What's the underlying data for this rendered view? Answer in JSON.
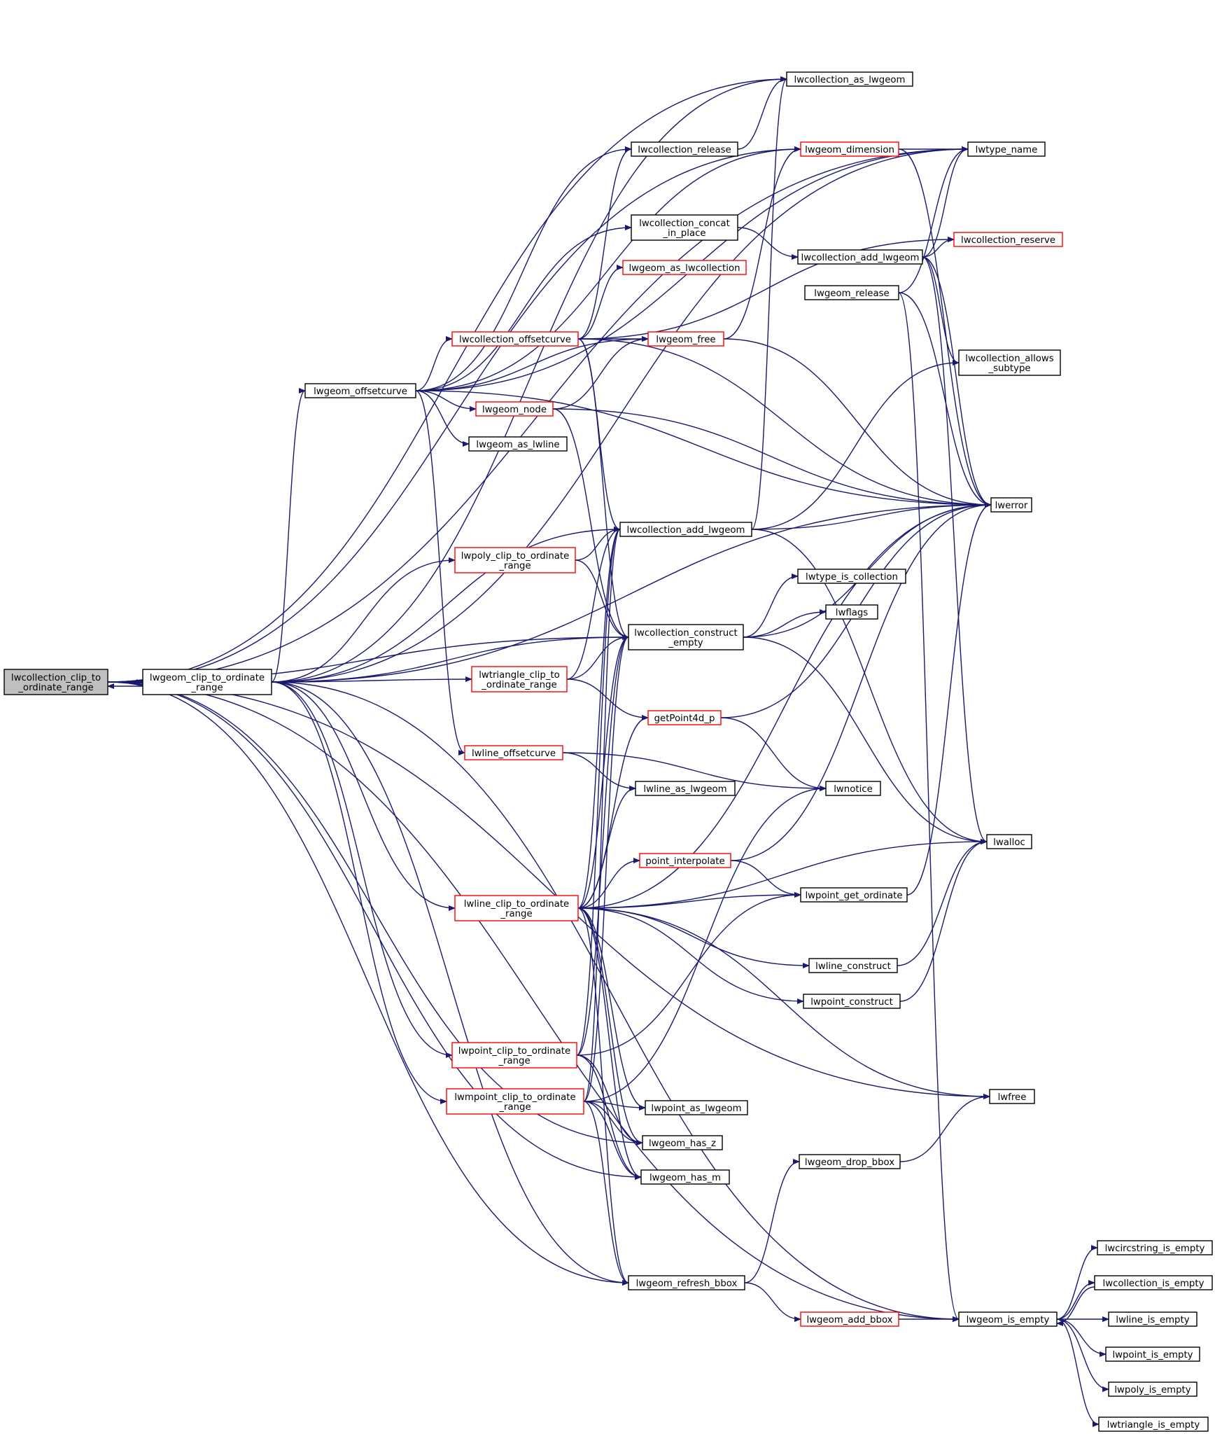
{
  "colors": {
    "edge": "#191970",
    "node_border_normal": "#000000",
    "node_border_truncated": "#ff0000",
    "node_fill_root": "#bfbfbf",
    "node_fill": "#ffffff"
  },
  "nodes": [
    {
      "id": "lwcollection_clip",
      "lines": [
        "lwcollection_clip_to",
        "_ordinate_range"
      ],
      "style": "root"
    },
    {
      "id": "lwgeom_clip",
      "lines": [
        "lwgeom_clip_to_ordinate",
        "_range"
      ],
      "style": "normal"
    },
    {
      "id": "lwgeom_offsetcurve",
      "lines": [
        "lwgeom_offsetcurve"
      ],
      "style": "normal"
    },
    {
      "id": "lwcollection_as_lwgeom",
      "lines": [
        "lwcollection_as_lwgeom"
      ],
      "style": "normal"
    },
    {
      "id": "lwcollection_release",
      "lines": [
        "lwcollection_release"
      ],
      "style": "normal"
    },
    {
      "id": "lwgeom_dimension",
      "lines": [
        "lwgeom_dimension"
      ],
      "style": "truncated"
    },
    {
      "id": "lwtype_name",
      "lines": [
        "lwtype_name"
      ],
      "style": "normal"
    },
    {
      "id": "lwcollection_concat",
      "lines": [
        "lwcollection_concat",
        "_in_place"
      ],
      "style": "normal"
    },
    {
      "id": "lwcollection_add_lwgeom_a",
      "lines": [
        "lwcollection_add_lwgeom"
      ],
      "style": "normal"
    },
    {
      "id": "lwcollection_reserve",
      "lines": [
        "lwcollection_reserve"
      ],
      "style": "truncated"
    },
    {
      "id": "lwgeom_as_lwcollection",
      "lines": [
        "lwgeom_as_lwcollection"
      ],
      "style": "truncated"
    },
    {
      "id": "lwgeom_release",
      "lines": [
        "lwgeom_release"
      ],
      "style": "normal"
    },
    {
      "id": "lwcollection_offsetcurve",
      "lines": [
        "lwcollection_offsetcurve"
      ],
      "style": "truncated"
    },
    {
      "id": "lwgeom_free",
      "lines": [
        "lwgeom_free"
      ],
      "style": "truncated"
    },
    {
      "id": "lwcollection_allows",
      "lines": [
        "lwcollection_allows",
        "_subtype"
      ],
      "style": "normal"
    },
    {
      "id": "lwgeom_node",
      "lines": [
        "lwgeom_node"
      ],
      "style": "truncated"
    },
    {
      "id": "lwgeom_as_lwline",
      "lines": [
        "lwgeom_as_lwline"
      ],
      "style": "normal"
    },
    {
      "id": "lwerror",
      "lines": [
        "lwerror"
      ],
      "style": "normal"
    },
    {
      "id": "lwcollection_add_lwgeom_b",
      "lines": [
        "lwcollection_add_lwgeom"
      ],
      "style": "normal"
    },
    {
      "id": "lwpoly_clip",
      "lines": [
        "lwpoly_clip_to_ordinate",
        "_range"
      ],
      "style": "truncated"
    },
    {
      "id": "lwtype_is_collection",
      "lines": [
        "lwtype_is_collection"
      ],
      "style": "normal"
    },
    {
      "id": "lwflags",
      "lines": [
        "lwflags"
      ],
      "style": "normal"
    },
    {
      "id": "lwcollection_construct_empty",
      "lines": [
        "lwcollection_construct",
        "_empty"
      ],
      "style": "normal"
    },
    {
      "id": "lwtriangle_clip",
      "lines": [
        "lwtriangle_clip_to",
        "_ordinate_range"
      ],
      "style": "truncated"
    },
    {
      "id": "getPoint4d_p",
      "lines": [
        "getPoint4d_p"
      ],
      "style": "truncated"
    },
    {
      "id": "lwline_offsetcurve",
      "lines": [
        "lwline_offsetcurve"
      ],
      "style": "truncated"
    },
    {
      "id": "lwnotice",
      "lines": [
        "lwnotice"
      ],
      "style": "normal"
    },
    {
      "id": "lwline_as_lwgeom",
      "lines": [
        "lwline_as_lwgeom"
      ],
      "style": "normal"
    },
    {
      "id": "lwalloc",
      "lines": [
        "lwalloc"
      ],
      "style": "normal"
    },
    {
      "id": "point_interpolate",
      "lines": [
        "point_interpolate"
      ],
      "style": "truncated"
    },
    {
      "id": "lwpoint_get_ordinate",
      "lines": [
        "lwpoint_get_ordinate"
      ],
      "style": "normal"
    },
    {
      "id": "lwline_clip",
      "lines": [
        "lwline_clip_to_ordinate",
        "_range"
      ],
      "style": "truncated"
    },
    {
      "id": "lwline_construct",
      "lines": [
        "lwline_construct"
      ],
      "style": "normal"
    },
    {
      "id": "lwpoint_construct",
      "lines": [
        "lwpoint_construct"
      ],
      "style": "normal"
    },
    {
      "id": "lwpoint_clip",
      "lines": [
        "lwpoint_clip_to_ordinate",
        "_range"
      ],
      "style": "truncated"
    },
    {
      "id": "lwfree",
      "lines": [
        "lwfree"
      ],
      "style": "normal"
    },
    {
      "id": "lwmpoint_clip",
      "lines": [
        "lwmpoint_clip_to_ordinate",
        "_range"
      ],
      "style": "truncated"
    },
    {
      "id": "lwpoint_as_lwgeom",
      "lines": [
        "lwpoint_as_lwgeom"
      ],
      "style": "normal"
    },
    {
      "id": "lwgeom_has_z",
      "lines": [
        "lwgeom_has_z"
      ],
      "style": "normal"
    },
    {
      "id": "lwgeom_drop_bbox",
      "lines": [
        "lwgeom_drop_bbox"
      ],
      "style": "normal"
    },
    {
      "id": "lwgeom_has_m",
      "lines": [
        "lwgeom_has_m"
      ],
      "style": "normal"
    },
    {
      "id": "lwcircstring_is_empty",
      "lines": [
        "lwcircstring_is_empty"
      ],
      "style": "normal"
    },
    {
      "id": "lwgeom_refresh_bbox",
      "lines": [
        "lwgeom_refresh_bbox"
      ],
      "style": "normal"
    },
    {
      "id": "lwcollection_is_empty",
      "lines": [
        "lwcollection_is_empty"
      ],
      "style": "normal"
    },
    {
      "id": "lwgeom_add_bbox",
      "lines": [
        "lwgeom_add_bbox"
      ],
      "style": "truncated"
    },
    {
      "id": "lwgeom_is_empty",
      "lines": [
        "lwgeom_is_empty"
      ],
      "style": "normal"
    },
    {
      "id": "lwline_is_empty",
      "lines": [
        "lwline_is_empty"
      ],
      "style": "normal"
    },
    {
      "id": "lwpoint_is_empty",
      "lines": [
        "lwpoint_is_empty"
      ],
      "style": "normal"
    },
    {
      "id": "lwpoly_is_empty",
      "lines": [
        "lwpoly_is_empty"
      ],
      "style": "normal"
    },
    {
      "id": "lwtriangle_is_empty",
      "lines": [
        "lwtriangle_is_empty"
      ],
      "style": "normal"
    }
  ],
  "edges": [
    [
      "lwcollection_clip",
      "lwgeom_clip"
    ],
    [
      "lwgeom_clip",
      "lwcollection_clip"
    ],
    [
      "lwcollection_clip",
      "lwtype_name"
    ],
    [
      "lwcollection_clip",
      "lwcollection_as_lwgeom"
    ],
    [
      "lwcollection_clip",
      "lwgeom_dimension"
    ],
    [
      "lwcollection_clip",
      "lwcollection_construct_empty"
    ],
    [
      "lwcollection_clip",
      "lwgeom_has_z"
    ],
    [
      "lwcollection_clip",
      "lwgeom_has_m"
    ],
    [
      "lwcollection_clip",
      "lwgeom_refresh_bbox"
    ],
    [
      "lwcollection_clip",
      "lwgeom_is_empty"
    ],
    [
      "lwcollection_clip",
      "lwfree"
    ],
    [
      "lwgeom_clip",
      "lwgeom_offsetcurve"
    ],
    [
      "lwgeom_clip",
      "lwcollection_as_lwgeom"
    ],
    [
      "lwgeom_clip",
      "lwtype_name"
    ],
    [
      "lwgeom_clip",
      "lwcollection_add_lwgeom_b"
    ],
    [
      "lwgeom_clip",
      "lwpoly_clip"
    ],
    [
      "lwgeom_clip",
      "lwtriangle_clip"
    ],
    [
      "lwgeom_clip",
      "lwcollection_construct_empty"
    ],
    [
      "lwgeom_clip",
      "lwerror"
    ],
    [
      "lwgeom_clip",
      "lwline_clip"
    ],
    [
      "lwgeom_clip",
      "lwpoint_clip"
    ],
    [
      "lwgeom_clip",
      "lwmpoint_clip"
    ],
    [
      "lwgeom_clip",
      "lwgeom_refresh_bbox"
    ],
    [
      "lwgeom_clip",
      "lwgeom_is_empty"
    ],
    [
      "lwgeom_offsetcurve",
      "lwcollection_release"
    ],
    [
      "lwgeom_offsetcurve",
      "lwgeom_dimension"
    ],
    [
      "lwgeom_offsetcurve",
      "lwcollection_concat"
    ],
    [
      "lwgeom_offsetcurve",
      "lwcollection_offsetcurve"
    ],
    [
      "lwgeom_offsetcurve",
      "lwgeom_free"
    ],
    [
      "lwgeom_offsetcurve",
      "lwgeom_node"
    ],
    [
      "lwgeom_offsetcurve",
      "lwgeom_as_lwline"
    ],
    [
      "lwgeom_offsetcurve",
      "lwerror"
    ],
    [
      "lwgeom_offsetcurve",
      "lwline_offsetcurve"
    ],
    [
      "lwgeom_offsetcurve",
      "lwtype_name"
    ],
    [
      "lwcollection_release",
      "lwcollection_as_lwgeom"
    ],
    [
      "lwgeom_dimension",
      "lwtype_name"
    ],
    [
      "lwgeom_dimension",
      "lwerror"
    ],
    [
      "lwcollection_concat",
      "lwcollection_add_lwgeom_a"
    ],
    [
      "lwcollection_add_lwgeom_a",
      "lwcollection_reserve"
    ],
    [
      "lwcollection_add_lwgeom_a",
      "lwtype_name"
    ],
    [
      "lwcollection_add_lwgeom_a",
      "lwcollection_allows"
    ],
    [
      "lwcollection_add_lwgeom_a",
      "lwerror"
    ],
    [
      "lwcollection_add_lwgeom_a",
      "lwalloc"
    ],
    [
      "lwgeom_release",
      "lwtype_name"
    ],
    [
      "lwgeom_release",
      "lwerror"
    ],
    [
      "lwgeom_release",
      "lwgeom_is_empty"
    ],
    [
      "lwcollection_offsetcurve",
      "lwgeom_as_lwcollection"
    ],
    [
      "lwcollection_offsetcurve",
      "lwcollection_release"
    ],
    [
      "lwcollection_offsetcurve",
      "lwgeom_free"
    ],
    [
      "lwcollection_offsetcurve",
      "lwcollection_reserve"
    ],
    [
      "lwcollection_offsetcurve",
      "lwcollection_add_lwgeom_b"
    ],
    [
      "lwcollection_offsetcurve",
      "lwcollection_construct_empty"
    ],
    [
      "lwcollection_offsetcurve",
      "lwerror"
    ],
    [
      "lwgeom_free",
      "lwgeom_dimension"
    ],
    [
      "lwgeom_free",
      "lwerror"
    ],
    [
      "lwgeom_node",
      "lwgeom_free"
    ],
    [
      "lwgeom_node",
      "lwerror"
    ],
    [
      "lwgeom_node",
      "lwcollection_construct_empty"
    ],
    [
      "lwcollection_add_lwgeom_b",
      "lwcollection_allows"
    ],
    [
      "lwcollection_add_lwgeom_b",
      "lwerror"
    ],
    [
      "lwcollection_add_lwgeom_b",
      "lwalloc"
    ],
    [
      "lwcollection_add_lwgeom_b",
      "lwcollection_as_lwgeom"
    ],
    [
      "lwpoly_clip",
      "lwcollection_add_lwgeom_b"
    ],
    [
      "lwpoly_clip",
      "lwcollection_construct_empty"
    ],
    [
      "lwcollection_construct_empty",
      "lwtype_is_collection"
    ],
    [
      "lwcollection_construct_empty",
      "lwflags"
    ],
    [
      "lwcollection_construct_empty",
      "lwerror"
    ],
    [
      "lwcollection_construct_empty",
      "lwalloc"
    ],
    [
      "lwtriangle_clip",
      "lwcollection_construct_empty"
    ],
    [
      "lwtriangle_clip",
      "getPoint4d_p"
    ],
    [
      "lwtriangle_clip",
      "lwcollection_add_lwgeom_b"
    ],
    [
      "getPoint4d_p",
      "lwnotice"
    ],
    [
      "getPoint4d_p",
      "lwerror"
    ],
    [
      "lwline_offsetcurve",
      "lwline_as_lwgeom"
    ],
    [
      "lwline_offsetcurve",
      "lwnotice"
    ],
    [
      "point_interpolate",
      "lwpoint_get_ordinate"
    ],
    [
      "point_interpolate",
      "lwerror"
    ],
    [
      "lwpoint_get_ordinate",
      "lwerror"
    ],
    [
      "lwline_clip",
      "point_interpolate"
    ],
    [
      "lwline_clip",
      "lwpoint_get_ordinate"
    ],
    [
      "lwline_clip",
      "lwline_as_lwgeom"
    ],
    [
      "lwline_clip",
      "getPoint4d_p"
    ],
    [
      "lwline_clip",
      "lwcollection_construct_empty"
    ],
    [
      "lwline_clip",
      "lwcollection_add_lwgeom_b"
    ],
    [
      "lwline_clip",
      "lwline_construct"
    ],
    [
      "lwline_clip",
      "lwpoint_construct"
    ],
    [
      "lwline_clip",
      "lwfree"
    ],
    [
      "lwline_clip",
      "lwalloc"
    ],
    [
      "lwline_clip",
      "lwerror"
    ],
    [
      "lwline_clip",
      "lwpoint_as_lwgeom"
    ],
    [
      "lwline_clip",
      "lwgeom_has_z"
    ],
    [
      "lwline_clip",
      "lwgeom_has_m"
    ],
    [
      "lwline_clip",
      "lwgeom_refresh_bbox"
    ],
    [
      "lwline_construct",
      "lwalloc"
    ],
    [
      "lwpoint_construct",
      "lwalloc"
    ],
    [
      "lwpoint_clip",
      "lwcollection_construct_empty"
    ],
    [
      "lwpoint_clip",
      "lwcollection_add_lwgeom_b"
    ],
    [
      "lwpoint_clip",
      "lwpoint_get_ordinate"
    ],
    [
      "lwpoint_clip",
      "lwgeom_has_z"
    ],
    [
      "lwpoint_clip",
      "lwgeom_has_m"
    ],
    [
      "lwmpoint_clip",
      "lwpoint_as_lwgeom"
    ],
    [
      "lwmpoint_clip",
      "lwgeom_has_z"
    ],
    [
      "lwmpoint_clip",
      "lwgeom_has_m"
    ],
    [
      "lwmpoint_clip",
      "lwcollection_construct_empty"
    ],
    [
      "lwmpoint_clip",
      "lwcollection_add_lwgeom_b"
    ],
    [
      "lwmpoint_clip",
      "lwgeom_refresh_bbox"
    ],
    [
      "lwmpoint_clip",
      "lwnotice"
    ],
    [
      "lwgeom_drop_bbox",
      "lwfree"
    ],
    [
      "lwgeom_refresh_bbox",
      "lwgeom_drop_bbox"
    ],
    [
      "lwgeom_refresh_bbox",
      "lwgeom_add_bbox"
    ],
    [
      "lwgeom_add_bbox",
      "lwgeom_is_empty"
    ],
    [
      "lwgeom_is_empty",
      "lwcircstring_is_empty"
    ],
    [
      "lwgeom_is_empty",
      "lwcollection_is_empty"
    ],
    [
      "lwgeom_is_empty",
      "lwline_is_empty"
    ],
    [
      "lwgeom_is_empty",
      "lwpoint_is_empty"
    ],
    [
      "lwgeom_is_empty",
      "lwpoly_is_empty"
    ],
    [
      "lwgeom_is_empty",
      "lwtriangle_is_empty"
    ],
    [
      "lwcollection_is_empty",
      "lwgeom_is_empty"
    ]
  ]
}
